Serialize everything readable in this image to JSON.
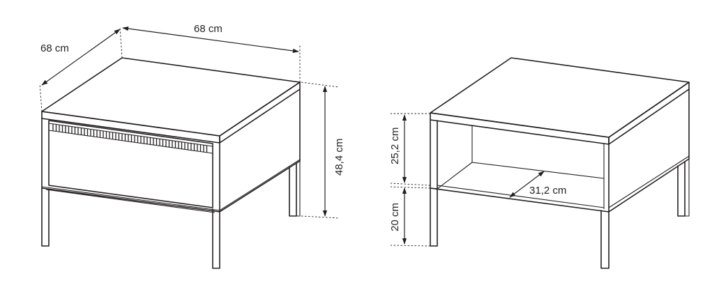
{
  "diagram": {
    "dimensions": {
      "depth": "68 cm",
      "width": "68 cm",
      "height": "48,4 cm",
      "shelf_height": "25,2 cm",
      "leg_height": "20 cm",
      "shelf_depth": "31,2 cm"
    },
    "colors": {
      "stroke": "#231f20",
      "background": "#ffffff"
    }
  }
}
